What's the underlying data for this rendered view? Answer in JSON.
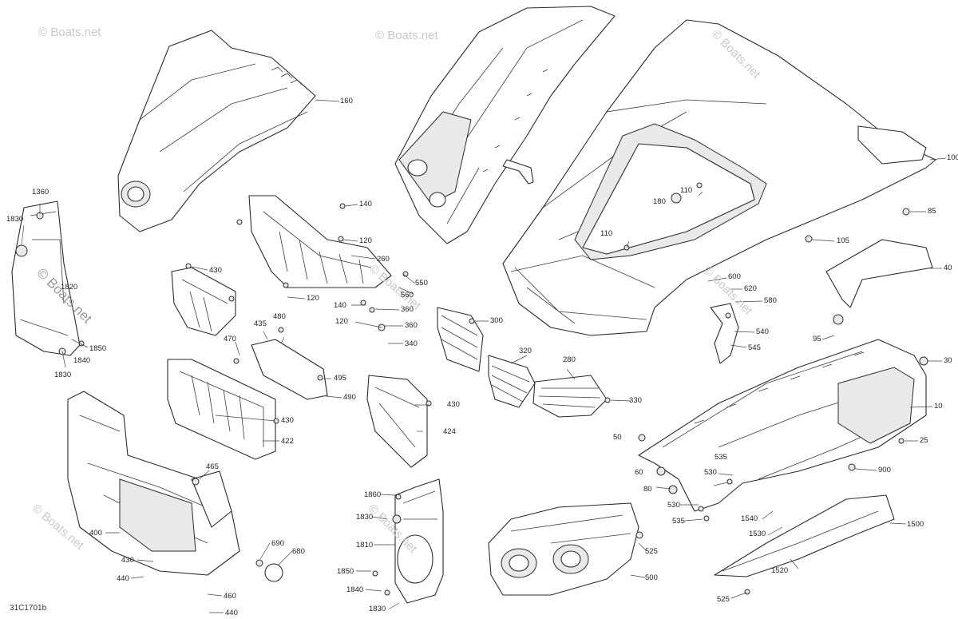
{
  "diagram_code": "31C1701b",
  "watermark": "© Boats.net",
  "callouts": [
    {
      "id": "c160",
      "text": "160"
    },
    {
      "id": "c1360",
      "text": "1360"
    },
    {
      "id": "c1830a",
      "text": "1830"
    },
    {
      "id": "c1820",
      "text": "1820"
    },
    {
      "id": "c1850",
      "text": "1850"
    },
    {
      "id": "c1840a",
      "text": "1840"
    },
    {
      "id": "c1830b",
      "text": "1830"
    },
    {
      "id": "c140a",
      "text": "140"
    },
    {
      "id": "c120a",
      "text": "120"
    },
    {
      "id": "c260",
      "text": "260"
    },
    {
      "id": "c120b",
      "text": "120"
    },
    {
      "id": "c140b",
      "text": "140"
    },
    {
      "id": "c120c",
      "text": "120"
    },
    {
      "id": "c560",
      "text": "560"
    },
    {
      "id": "c550",
      "text": "550"
    },
    {
      "id": "c360a",
      "text": "360"
    },
    {
      "id": "c360b",
      "text": "360"
    },
    {
      "id": "c340",
      "text": "340"
    },
    {
      "id": "c430a",
      "text": "430"
    },
    {
      "id": "c435",
      "text": "435"
    },
    {
      "id": "c480",
      "text": "480"
    },
    {
      "id": "c470",
      "text": "470"
    },
    {
      "id": "c495",
      "text": "495"
    },
    {
      "id": "c490",
      "text": "490"
    },
    {
      "id": "c430b",
      "text": "430"
    },
    {
      "id": "c422",
      "text": "422"
    },
    {
      "id": "c430c",
      "text": "430"
    },
    {
      "id": "c424",
      "text": "424"
    },
    {
      "id": "c300",
      "text": "300"
    },
    {
      "id": "c320",
      "text": "320"
    },
    {
      "id": "c280",
      "text": "280"
    },
    {
      "id": "c330",
      "text": "330"
    },
    {
      "id": "c100",
      "text": "100"
    },
    {
      "id": "c85",
      "text": "85"
    },
    {
      "id": "c105",
      "text": "105"
    },
    {
      "id": "c110a",
      "text": "110"
    },
    {
      "id": "c180",
      "text": "180"
    },
    {
      "id": "c110b",
      "text": "110"
    },
    {
      "id": "c40",
      "text": "40"
    },
    {
      "id": "c600",
      "text": "600"
    },
    {
      "id": "c620",
      "text": "620"
    },
    {
      "id": "c580",
      "text": "580"
    },
    {
      "id": "c540",
      "text": "540"
    },
    {
      "id": "c545",
      "text": "545"
    },
    {
      "id": "c95",
      "text": "95"
    },
    {
      "id": "c30",
      "text": "30"
    },
    {
      "id": "c10",
      "text": "10"
    },
    {
      "id": "c50",
      "text": "50"
    },
    {
      "id": "c25",
      "text": "25"
    },
    {
      "id": "c535a",
      "text": "535"
    },
    {
      "id": "c60",
      "text": "60"
    },
    {
      "id": "c530a",
      "text": "530"
    },
    {
      "id": "c900",
      "text": "900"
    },
    {
      "id": "c80",
      "text": "80"
    },
    {
      "id": "c530b",
      "text": "530"
    },
    {
      "id": "c535b",
      "text": "535"
    },
    {
      "id": "c1540",
      "text": "1540"
    },
    {
      "id": "c1530",
      "text": "1530"
    },
    {
      "id": "c1500",
      "text": "1500"
    },
    {
      "id": "c1520",
      "text": "1520"
    },
    {
      "id": "c525a",
      "text": "525"
    },
    {
      "id": "c525b",
      "text": "525"
    },
    {
      "id": "c500",
      "text": "500"
    },
    {
      "id": "c1860",
      "text": "1860"
    },
    {
      "id": "c1830c",
      "text": "1830"
    },
    {
      "id": "c1810",
      "text": "1810"
    },
    {
      "id": "c1850b",
      "text": "1850"
    },
    {
      "id": "c1840b",
      "text": "1840"
    },
    {
      "id": "c1830d",
      "text": "1830"
    },
    {
      "id": "c465",
      "text": "465"
    },
    {
      "id": "c400",
      "text": "400"
    },
    {
      "id": "c430d",
      "text": "430"
    },
    {
      "id": "c440a",
      "text": "440"
    },
    {
      "id": "c460",
      "text": "460"
    },
    {
      "id": "c440b",
      "text": "440"
    },
    {
      "id": "c690",
      "text": "690"
    },
    {
      "id": "c680",
      "text": "680"
    }
  ]
}
